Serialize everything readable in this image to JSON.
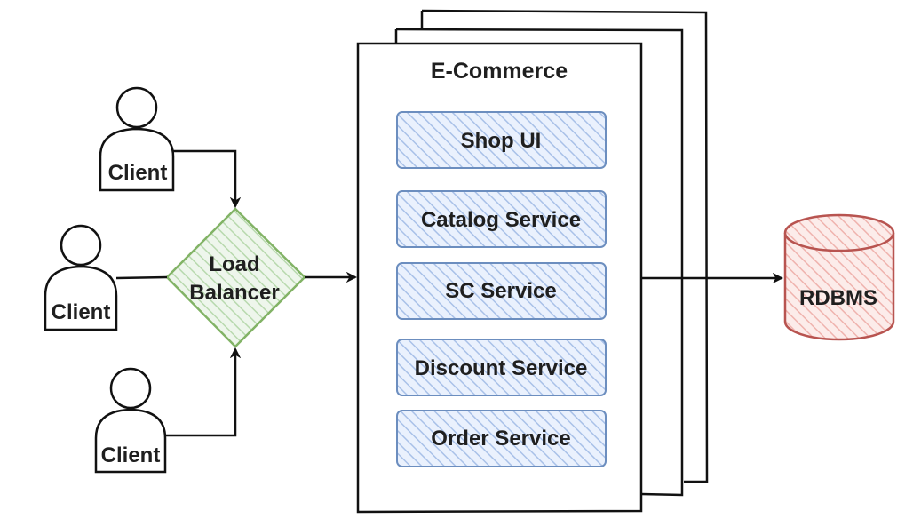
{
  "clients": [
    {
      "label": "Client"
    },
    {
      "label": "Client"
    },
    {
      "label": "Client"
    }
  ],
  "load_balancer": {
    "line1": "Load",
    "line2": "Balancer"
  },
  "ecommerce": {
    "title": "E-Commerce",
    "services": [
      {
        "label": "Shop UI"
      },
      {
        "label": "Catalog Service"
      },
      {
        "label": "SC Service"
      },
      {
        "label": "Discount Service"
      },
      {
        "label": "Order Service"
      }
    ]
  },
  "database": {
    "label": "RDBMS"
  },
  "colors": {
    "service_fill": "#dae8fc",
    "service_stroke": "#6c8ebf",
    "lb_fill": "#d5e8d4",
    "lb_stroke": "#82b366",
    "db_fill": "#f8cecc",
    "db_stroke": "#b85450"
  }
}
